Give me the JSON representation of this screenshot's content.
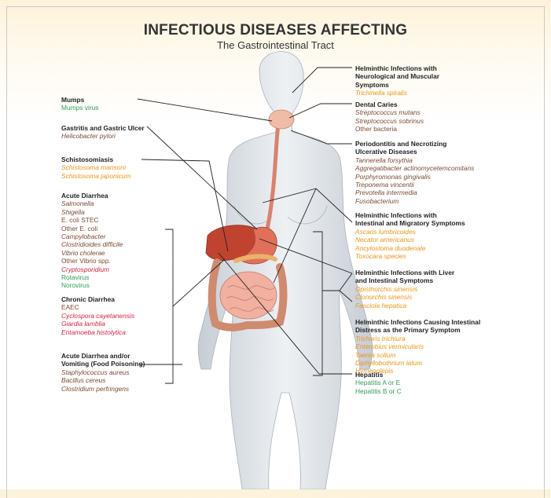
{
  "title": "INFECTIOUS DISEASES AFFECTING",
  "subtitle": "The Gastrointestinal Tract",
  "colors": {
    "pathogen_brown": "#7c4a34",
    "virus_green": "#2e9e57",
    "protozoa_red": "#d6243c",
    "helminth_orange": "#ee9617",
    "header_band": "#fdf2d9"
  },
  "left": {
    "mumps": {
      "heading": "Mumps",
      "items": [
        "Mumps virus"
      ]
    },
    "gastritis": {
      "heading": "Gastritis and Gastric Ulcer",
      "items": [
        "Helicobacter pylori"
      ]
    },
    "schisto": {
      "heading": "Schistosomiasis",
      "items": [
        "Schistosoma mansoni",
        "Schistosoma japonicum"
      ]
    },
    "acute": {
      "heading": "Acute Diarrhea",
      "items": [
        "Salmonella",
        "Shigella",
        "E. coli STEC",
        "Other E. coli",
        "Campylobacter",
        "Clostridioides difficile",
        "Vibrio cholerae",
        "Other Vibrio spp.",
        "Cryptosporidium",
        "Rotavirus",
        "Norovirus"
      ]
    },
    "chronic": {
      "heading": "Chronic Diarrhea",
      "items": [
        "EAEC",
        "Cyclospora cayetanensis",
        "Giardia lamblia",
        "Entamoeba histolytica"
      ]
    },
    "food": {
      "heading": "Acute Diarrhea and/or",
      "heading2": "Vomiting (Food Poisoning)",
      "items": [
        "Staphylococcus aureus",
        "Bacillus cereus",
        "Clostridium perfringens"
      ]
    }
  },
  "right": {
    "neuro": {
      "heading": "Helminthic Infections with",
      "heading2": "Neurological and Muscular",
      "heading3": "Symptoms",
      "items": [
        "Trichinella spiralis"
      ]
    },
    "caries": {
      "heading": "Dental Caries",
      "items": [
        "Streptococcus mutans",
        "Streptococcus sobrinus",
        "Other bacteria"
      ]
    },
    "perio": {
      "heading": "Periodontitis and Necrotizing",
      "heading2": "Ulcerative Diseases",
      "items": [
        "Tannerella forsythia",
        "Aggregatibacter actinomycetemcomitans",
        "Porphyromonas gingivalis",
        "Treponema vincentii",
        "Prevotella intermedia",
        "Fusobacterium"
      ]
    },
    "migratory": {
      "heading": "Helminthic Infections with",
      "heading2": "Intestinal and Migratory Symptoms",
      "items": [
        "Ascaris lumbricoides",
        "Necator americanus",
        "Ancylostoma duodenale",
        "Toxocara species"
      ]
    },
    "liver": {
      "heading": "Helminthic Infections with Liver",
      "heading2": "and Intestinal Symptoms",
      "items": [
        "Opisthorchis sinensis",
        "Clonorchis sinensis",
        "Fasciola hepatica"
      ]
    },
    "distress": {
      "heading": "Helminthic Infections Causing Intestinal",
      "heading2": "Distress as the Primary Symptom",
      "items": [
        "Trichuris trichiura",
        "Enterobius vermicularis",
        "Taenia solium",
        "Diphyllobothrium latum",
        "Hymenolepis"
      ]
    },
    "hepatitis": {
      "heading": "Hepatitis",
      "items": [
        "Hepatitis A or E",
        "Hepatitis B or C"
      ]
    }
  }
}
